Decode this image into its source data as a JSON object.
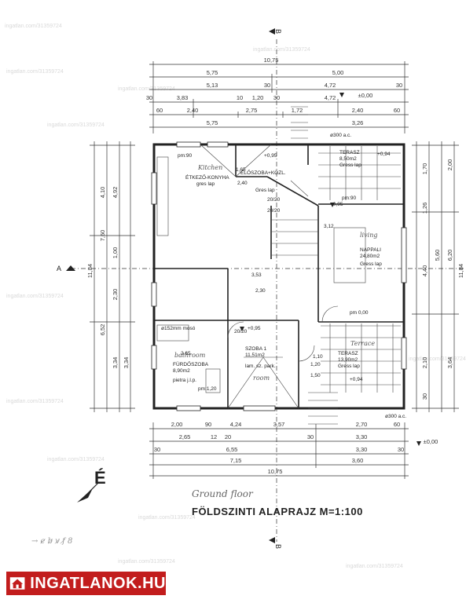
{
  "watermark": "ingatlan.com/31359724",
  "section_marker": "B",
  "side_marker": "A",
  "dims_top": {
    "overall": "10,75",
    "row2": [
      "5,75",
      "5,00"
    ],
    "row3": [
      "5,13",
      "30",
      "4,72",
      "30"
    ],
    "row4": [
      "30",
      "3,83",
      "10",
      "1,20",
      "30",
      "4,72",
      "±0,00"
    ],
    "row5": [
      "60",
      "2,40",
      "2,75",
      "1,72",
      "2,40",
      "60"
    ],
    "row6": [
      "5,75",
      "3,26"
    ]
  },
  "dims_bottom": {
    "row1": [
      "2,00",
      "90",
      "4,24",
      "3,57",
      "2,70",
      "60"
    ],
    "row2": [
      "2,65",
      "12",
      "20",
      "30",
      "3,30",
      "±0,00"
    ],
    "row3": [
      "30",
      "6,55",
      "3,30",
      "30"
    ],
    "row4": [
      "7,15",
      "3,60"
    ],
    "overall": "10,75"
  },
  "dims_left": [
    "4,10",
    "4,92",
    "7,60",
    "1,00",
    "11,84",
    "2,30",
    "6,52",
    "3,34",
    "3,34"
  ],
  "dims_right": [
    "1,70",
    "2,00",
    "1,26",
    "5,60",
    "6,20",
    "11,84",
    "4,40",
    "2,10",
    "3,64",
    "30"
  ],
  "rooms": {
    "kitchen": {
      "name": "ÉTKEZŐ-KONYHA",
      "area": "pm:90",
      "floor": "gres lap",
      "note": "Kitchen"
    },
    "hall": {
      "name": "ELŐSZOBA+KÖZL.",
      "floor": "Gres lap"
    },
    "terrace_top": {
      "name": "TERASZ",
      "area": "8,50m2",
      "floor": "Gress lap"
    },
    "living": {
      "name": "NAPPALI",
      "area": "24,80m2",
      "floor": "Gress lap",
      "note": "living"
    },
    "bathroom": {
      "name": "FÜRDŐSZOBA",
      "area": "8,90m2",
      "floor": "pietra j.l.p.",
      "note": "bathroom"
    },
    "bedroom": {
      "name": "SZOBA 1",
      "area": "11,51m2",
      "floor": "lam. sz. park.",
      "note": "room"
    },
    "terrace_bottom": {
      "name": "TERASZ",
      "area": "13,90m2",
      "floor": "Gress lap",
      "note": "Terrace"
    }
  },
  "levels": {
    "entry": "+0,95",
    "living_floor": "pm 0,00",
    "terrace_top": "+0,94",
    "terrace_bottom": "+0,94",
    "bedroom": "+0,95",
    "hall_mid": "+0,95",
    "roof_edge": "ø300 a.c.",
    "roof_edge2": "ø300 a.c."
  },
  "misc_labels": [
    "20/20",
    "20/20",
    "20/20",
    "1,65",
    "2,40",
    "3,12",
    "3,53",
    "2,30",
    "1,20",
    "1,50",
    "1,10",
    "2,65",
    "pm:1,20",
    "pm:90",
    "ø152mm mosó"
  ],
  "handnote": "Ground floor",
  "title": "FÖLDSZINTI ALAPRAJZ M=1:100",
  "north_symbol": "É",
  "scribble": "→ e̷ b̷ v̷ f̷  8",
  "logo_text": "INGATLANOK.HU"
}
